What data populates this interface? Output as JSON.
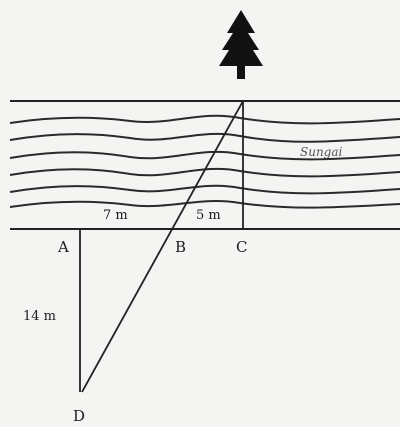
{
  "diagram": {
    "points": {
      "A": "A",
      "B": "B",
      "C": "C",
      "D": "D"
    },
    "measurements": {
      "ab": "7 m",
      "bc": "5 m",
      "ad": "14 m"
    },
    "river_label": "Sungai",
    "colors": {
      "ink": "#1c1c1c",
      "background": "#f4f4f2",
      "water": "#2a2a2a"
    },
    "icons": {
      "tree": "pine-tree-icon"
    }
  }
}
